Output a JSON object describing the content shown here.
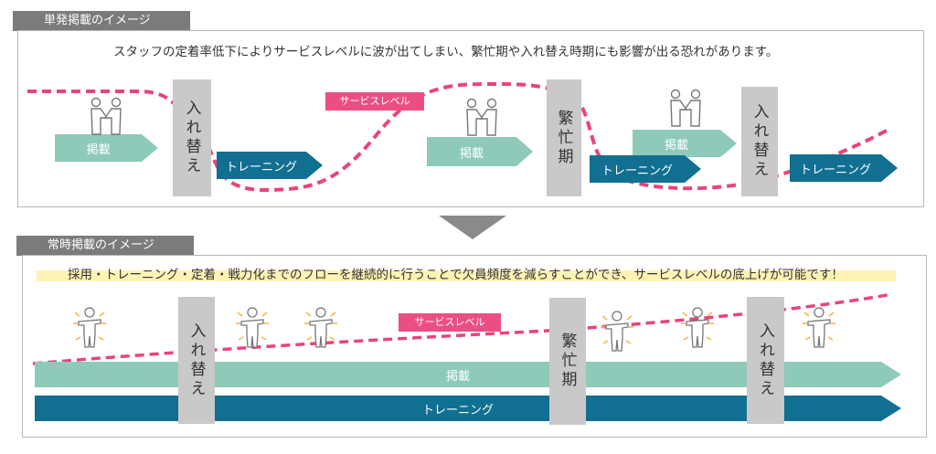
{
  "colors": {
    "tab_bg": "#7b7b7b",
    "box_bg": "#c9c9c9",
    "posting_arrow": "#8dcab9",
    "training_arrow": "#116f91",
    "service_line": "#e8447c",
    "highlight": "#fff3b3"
  },
  "top": {
    "tab_label": "単発掲載のイメージ",
    "caption": "スタッフの定着率低下によりサービスレベルに波が出てしまい、繁忙期や入れ替え時期にも影響が出る恐れがあります。",
    "service_tag": "サービスレベル",
    "box1": "入れ替え",
    "box2": "繁忙期",
    "box3": "入れ替え",
    "post1": "掲載",
    "post2": "掲載",
    "post3": "掲載",
    "train1": "トレーニング",
    "train2": "トレーニング",
    "train3": "トレーニング",
    "icons": [
      "handshake-icon",
      "handshake-icon",
      "handshake-icon"
    ]
  },
  "down_arrow_icon": "chevron-down-icon",
  "bottom": {
    "tab_label": "常時掲載のイメージ",
    "caption": "採用・トレーニング・定着・戦力化までのフローを継続的に行うことで欠員頻度を減らすことができ、サービスレベルの底上げが可能です！",
    "service_tag": "サービスレベル",
    "box1": "入れ替え",
    "box2": "繁忙期",
    "box3": "入れ替え",
    "posting": "掲載",
    "training": "トレーニング",
    "icons": [
      "happy-staff-icon",
      "happy-staff-icon",
      "happy-staff-icon",
      "happy-staff-icon",
      "happy-staff-icon",
      "happy-staff-icon"
    ]
  }
}
